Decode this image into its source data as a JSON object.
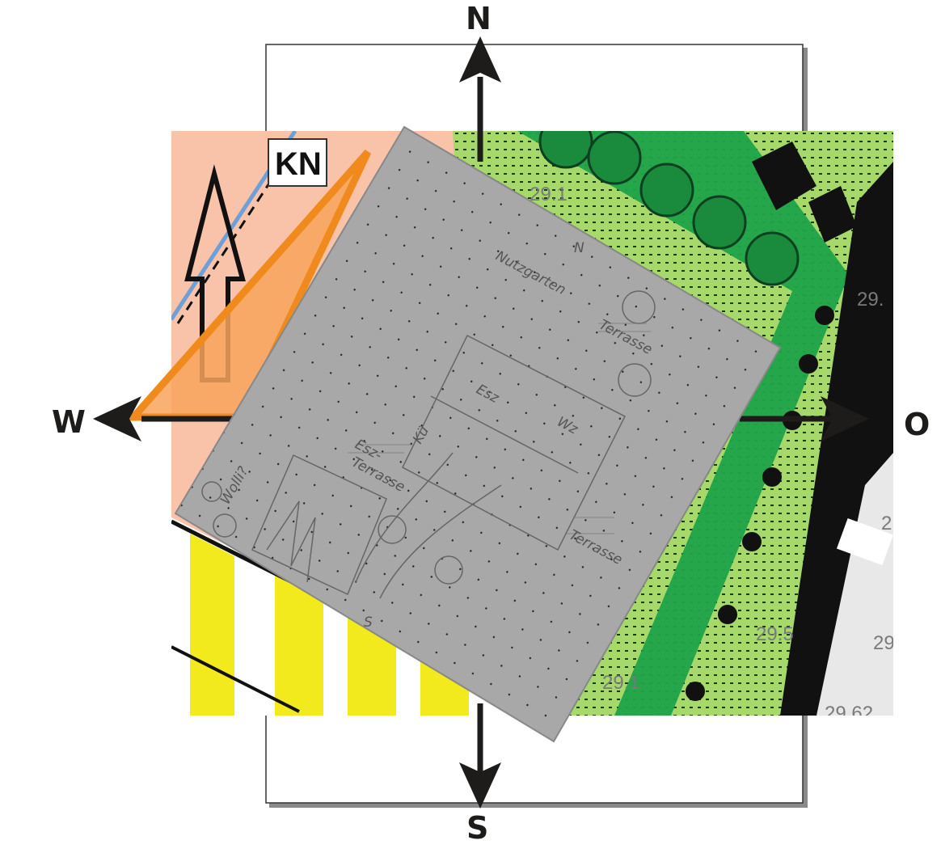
{
  "compass": {
    "north": "N",
    "south": "S",
    "west": "W",
    "east": "O"
  },
  "map": {
    "label_box": "KN",
    "elevations": [
      "29.1",
      "29.",
      "29.5",
      "29",
      "29.1",
      "29.62",
      "2"
    ]
  },
  "sketch": {
    "north_mark": "N",
    "south_mark": "S",
    "labels": {
      "garden": "Nutzgarten",
      "terrace_top": "Terrasse",
      "dining": "Esz",
      "living": "Wz",
      "kitchen": "Kü",
      "dining_terrace_1": "Esz-",
      "dining_terrace_2": "Terrasse",
      "terrace_bottom": "Terrasse",
      "question": "Wolli?"
    }
  },
  "colors": {
    "salmon": "#f9c3aa",
    "light_green": "#a6d86a",
    "dark_green": "#1fa34a",
    "orange": "#f08a1c",
    "paper": "#a4a4a4",
    "yellow": "#f2ea1c",
    "arrow": "#1e1c1a"
  }
}
